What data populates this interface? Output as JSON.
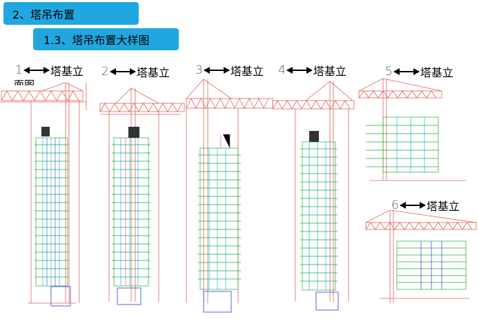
{
  "banners": {
    "section": "2、塔吊布置",
    "subsection": "1.3、塔吊布置大样图"
  },
  "drawings": [
    {
      "num": "1",
      "label": "塔基立",
      "continuation": "面图"
    },
    {
      "num": "2",
      "label": "塔基立"
    },
    {
      "num": "3",
      "label": "塔基立"
    },
    {
      "num": "4",
      "label": "塔基立"
    },
    {
      "num": "5",
      "label": "塔基立"
    },
    {
      "num": "6",
      "label": "塔基立"
    }
  ],
  "colors": {
    "banner": "#21a7e0",
    "crane": "#e0605c",
    "structure": "#1fae3a",
    "cyan": "#18b7d8",
    "blue": "#2a3cd8",
    "magenta": "#d23ad6"
  }
}
